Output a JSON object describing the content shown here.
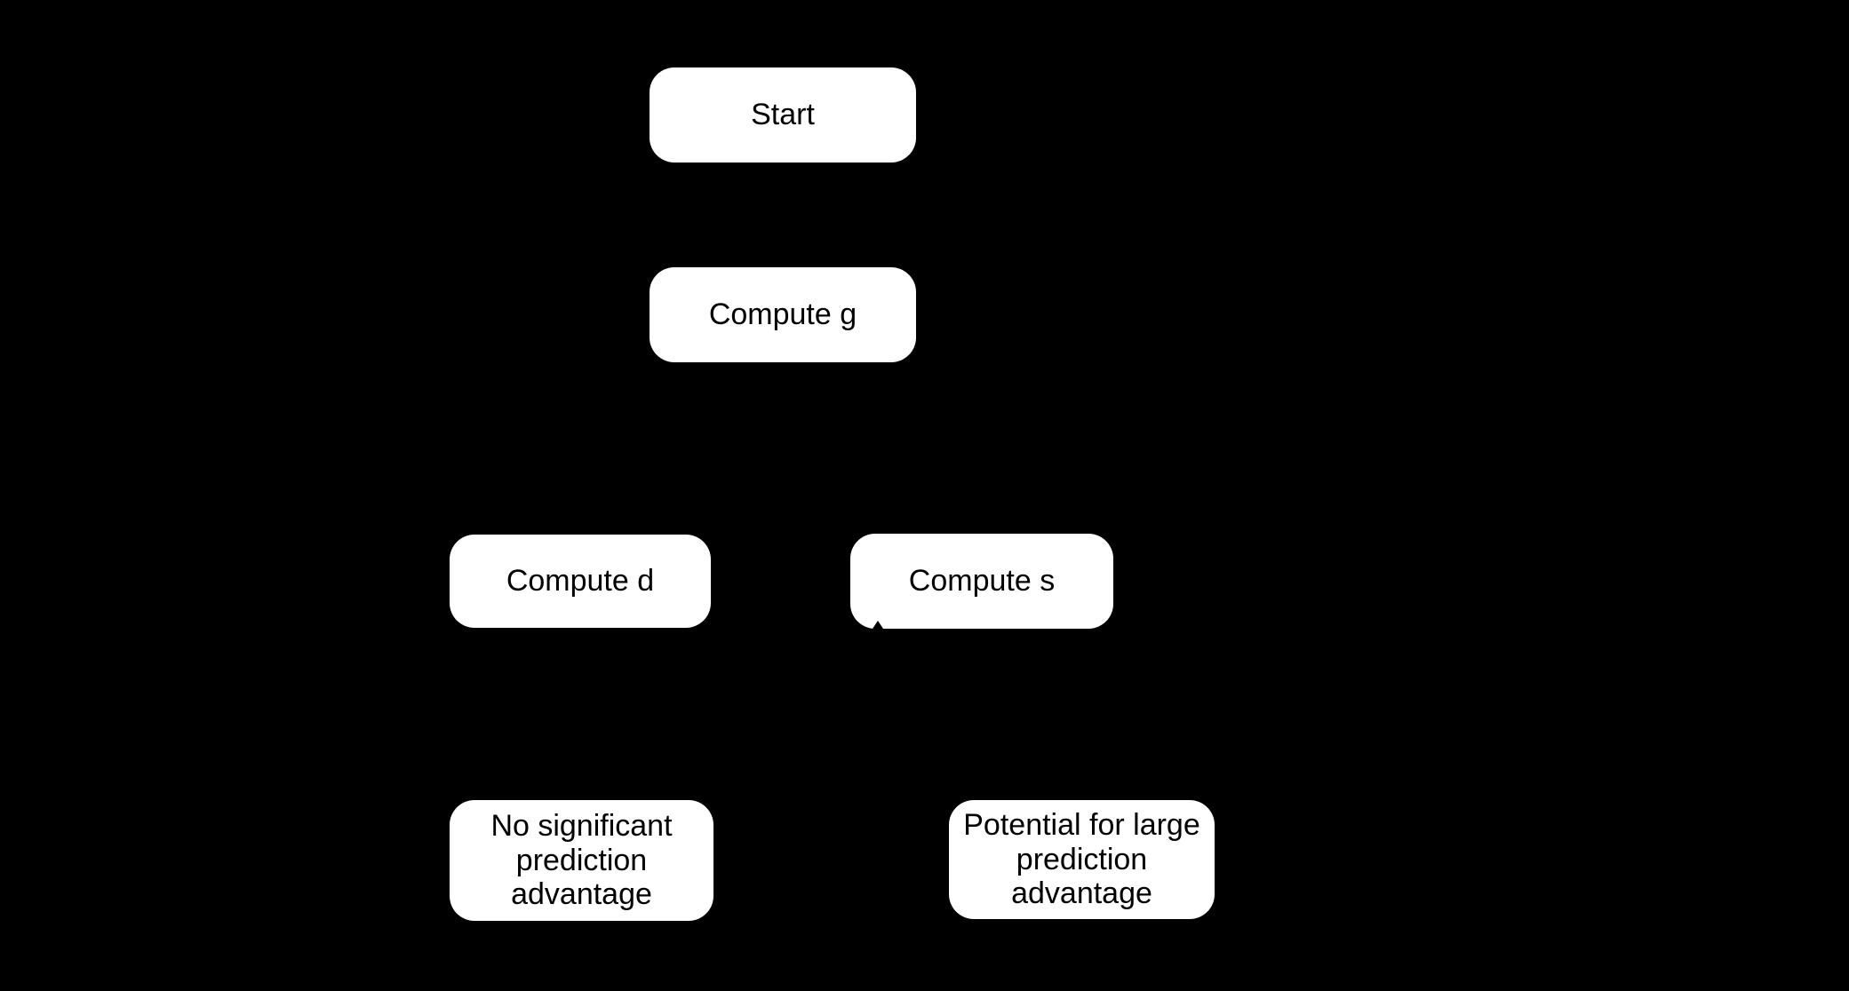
{
  "diagram": {
    "type": "flowchart",
    "background_color": "#000000",
    "node_fill_color": "#ffffff",
    "node_text_color": "#000000",
    "nodes": [
      {
        "id": "start",
        "label": "Start"
      },
      {
        "id": "compute-g",
        "label": "Compute g"
      },
      {
        "id": "compute-d",
        "label": "Compute d"
      },
      {
        "id": "compute-s",
        "label": "Compute s"
      },
      {
        "id": "no-advantage",
        "label": "No significant prediction advantage"
      },
      {
        "id": "potential-advantage",
        "label": "Potential for large prediction advantage"
      }
    ]
  }
}
